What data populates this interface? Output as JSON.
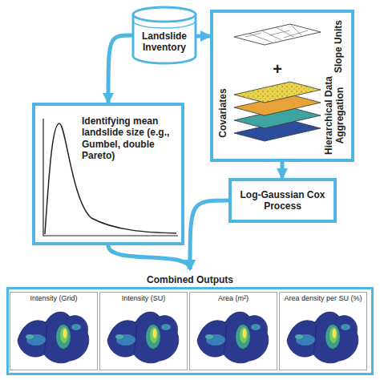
{
  "diagram": {
    "nodes": [
      {
        "text": [
          "Landslide Inventory"
        ]
      },
      {
        "text": [
          "Identifying mean landslide size (e.g., Gumbel, double Pareto)"
        ]
      },
      {
        "text": [
          "Slope Units",
          "+",
          "Covariates",
          "Hierarchical Data Aggregation"
        ]
      },
      {
        "text": [
          "Log-Gaussian Cox Process"
        ]
      },
      {
        "text": [
          "Combined Outputs"
        ]
      },
      {
        "text": [
          "Intensity (Grid)"
        ],
        "in": 4
      },
      {
        "text": [
          "Intensity (SU)"
        ],
        "in": 4
      },
      {
        "text": [
          "Area (m²)"
        ],
        "in": 4
      },
      {
        "text": [
          "Area density per SU (%)"
        ],
        "in": 4
      }
    ],
    "edges": [
      {
        "from": 0,
        "to": 1,
        "arrow": "to"
      },
      {
        "from": 0,
        "to": 2,
        "arrow": "to"
      },
      {
        "from": 2,
        "to": 3,
        "arrow": "to"
      },
      {
        "from": 1,
        "to": 4,
        "arrow": "to"
      },
      {
        "from": 3,
        "to": 4,
        "arrow": "to"
      }
    ]
  }
}
